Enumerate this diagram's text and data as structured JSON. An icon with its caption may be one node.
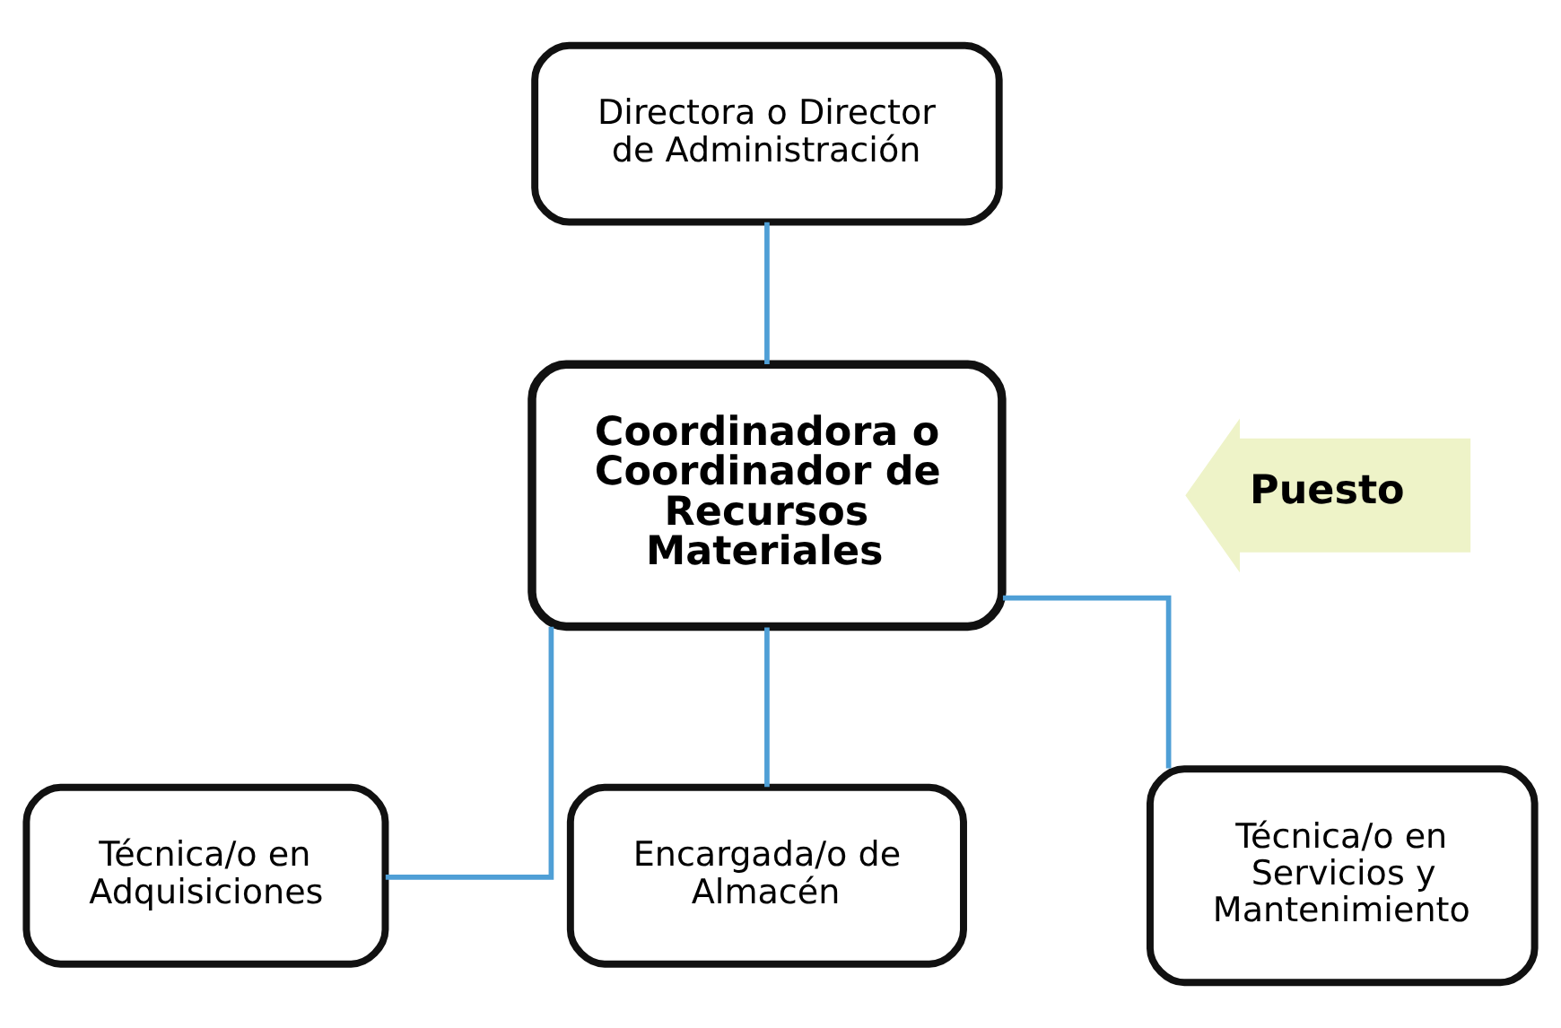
{
  "diagram": {
    "nodes": [
      {
        "text": [
          "Directora o Director de Administración"
        ]
      },
      {
        "text": [
          "Coordinadora o Coordinador de Recursos Materiales"
        ]
      },
      {
        "text": [
          "Puesto"
        ]
      },
      {
        "text": [
          "Técnica/o en Adquisiciones"
        ]
      },
      {
        "text": [
          "Encargada/o de Almacén"
        ]
      },
      {
        "text": [
          "Técnica/o en Servicios y Mantenimiento"
        ]
      }
    ],
    "edges": [
      {
        "from": 0,
        "to": 1,
        "arrow": "none"
      },
      {
        "from": 1,
        "to": 3,
        "arrow": "none"
      },
      {
        "from": 1,
        "to": 4,
        "arrow": "none"
      },
      {
        "from": 1,
        "to": 5,
        "arrow": "none"
      }
    ]
  }
}
